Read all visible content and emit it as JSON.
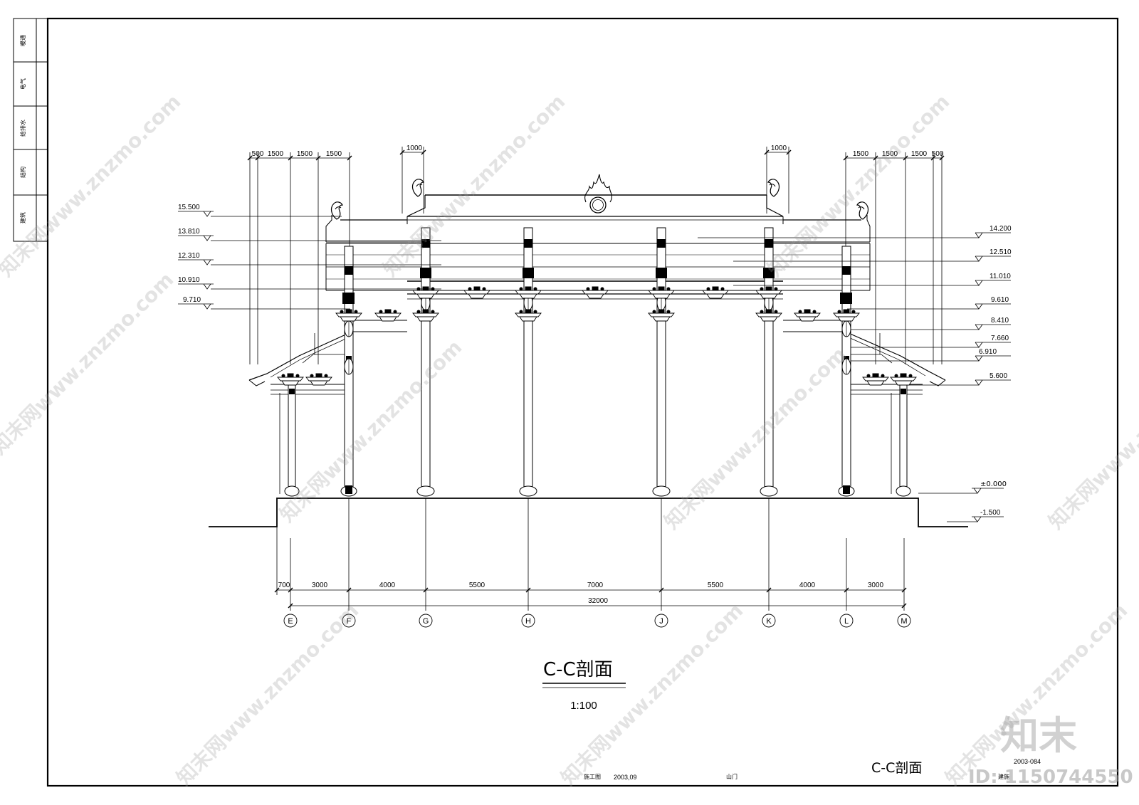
{
  "title_block_sidebar": [
    "暖通",
    "电气",
    "给排水",
    "结构",
    "建筑"
  ],
  "section_title": "C-C剖面",
  "scale": "1:100",
  "top_dimensions": {
    "left": [
      "500",
      "1500",
      "1500",
      "1500"
    ],
    "center_left": "1000",
    "center_right": "1000",
    "right": [
      "1500",
      "1500",
      "1500",
      "500"
    ]
  },
  "elevations_left": [
    "15.500",
    "13.810",
    "12.310",
    "10.910",
    "9.710"
  ],
  "elevations_right": [
    "14.200",
    "12.510",
    "11.010",
    "9.610",
    "8.410",
    "7.660",
    "6.910",
    "5.600"
  ],
  "ground_levels": [
    "±0.000",
    "-1.500"
  ],
  "bottom_dimensions": [
    "700",
    "3000",
    "4000",
    "5500",
    "7000",
    "5500",
    "4000",
    "3000"
  ],
  "total_dimension": "32000",
  "axes": [
    "E",
    "F",
    "G",
    "H",
    "J",
    "K",
    "L",
    "M"
  ],
  "footer": {
    "stage": "施工图",
    "date": "2003,09",
    "project": "山门",
    "drawing_title": "C-C剖面",
    "drawing_number": "2003-084",
    "sheet_label": "建施"
  },
  "watermark": {
    "text": "知末网www.znzmo.com",
    "logo": "知末",
    "id": "ID: 1150744550"
  }
}
